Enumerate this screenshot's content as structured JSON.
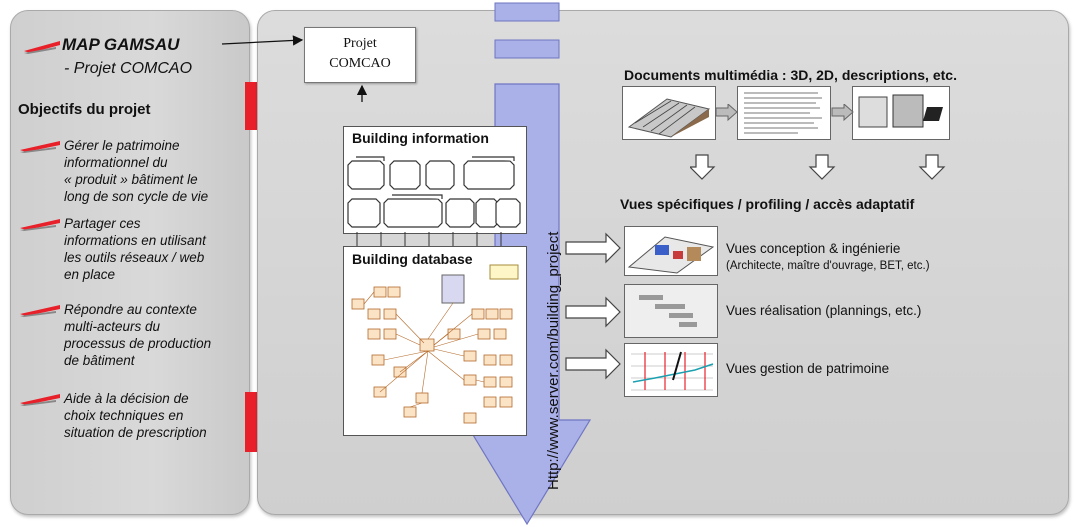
{
  "left": {
    "title": "MAP GAMSAU",
    "subtitle": "- Projet COMCAO",
    "objectives_heading": "Objectifs du projet",
    "objectives": [
      [
        "Gérer le patrimoine",
        "informationnel du",
        "« produit » bâtiment le",
        "long de son cycle de vie"
      ],
      [
        "Partager ces",
        "informations en utilisant",
        "les outils réseaux / web",
        "en place"
      ],
      [
        "Répondre au contexte",
        "multi-acteurs du",
        "processus de production",
        "de bâtiment"
      ],
      [
        "Aide à la décision de",
        "choix techniques en",
        "situation de prescription"
      ]
    ]
  },
  "project_box": {
    "line1": "Projet",
    "line2": "COMCAO"
  },
  "building_information": "Building information",
  "building_database": "Building database",
  "url": "Http://www.server.com/building_project",
  "documents_title": "Documents multimédia : 3D, 2D, descriptions, etc.",
  "vues_title": "Vues spécifiques / profiling / accès adaptatif",
  "vues": [
    {
      "label": "Vues conception & ingénierie",
      "sub": "(Architecte, maître d'ouvrage, BET, etc.)"
    },
    {
      "label": "Vues réalisation (plannings, etc.)",
      "sub": ""
    },
    {
      "label": "Vues gestion de patrimoine",
      "sub": ""
    }
  ],
  "colors": {
    "accent_red": "#e8202a",
    "arrow_fill": "#aab0e8",
    "arrow_stroke": "#6f76c2",
    "panel_gray": "#d4d4d4"
  }
}
